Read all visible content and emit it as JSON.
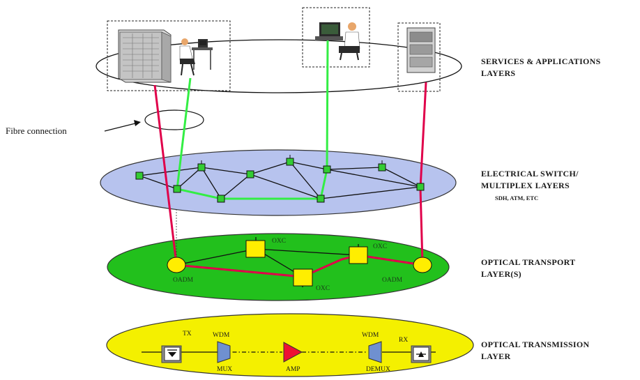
{
  "labels": {
    "services_line1": "SERVICES & APPLICATIONS",
    "services_line2": "LAYERS",
    "electrical_line1": "ELECTRICAL SWITCH/",
    "electrical_line2": "MULTIPLEX LAYERS",
    "electrical_sub": "SDH, ATM, ETC",
    "optical_transport_line1": "OPTICAL TRANSPORT",
    "optical_transport_line2": "LAYER(S)",
    "optical_transmission_line1": "OPTICAL TRANSMISSION",
    "optical_transmission_line2": "LAYER",
    "fibre_connection": "Fibre connection"
  },
  "node_labels": {
    "oxc_top": "OXC",
    "oxc_right": "OXC",
    "oxc_bottom": "OXC",
    "oadm_left": "OADM",
    "oadm_right": "OADM"
  },
  "transmission_labels": {
    "tx": "TX",
    "wdm_left": "WDM",
    "mux": "MUX",
    "amp": "AMP",
    "wdm_right": "WDM",
    "demux": "DEMUX",
    "rx": "RX"
  },
  "colors": {
    "services_layer_fill": "#ffffff",
    "electrical_layer_fill": "#b7c3ee",
    "optical_transport_fill": "#22c01c",
    "optical_transmission_fill": "#f4f000",
    "electrical_node": "#33cc33",
    "optical_node": "#ffee00",
    "red_fibre": "#e0004a",
    "green_fibre": "#33ee44",
    "mux_fill": "#6f90d0",
    "amp_fill": "#ee1133"
  }
}
